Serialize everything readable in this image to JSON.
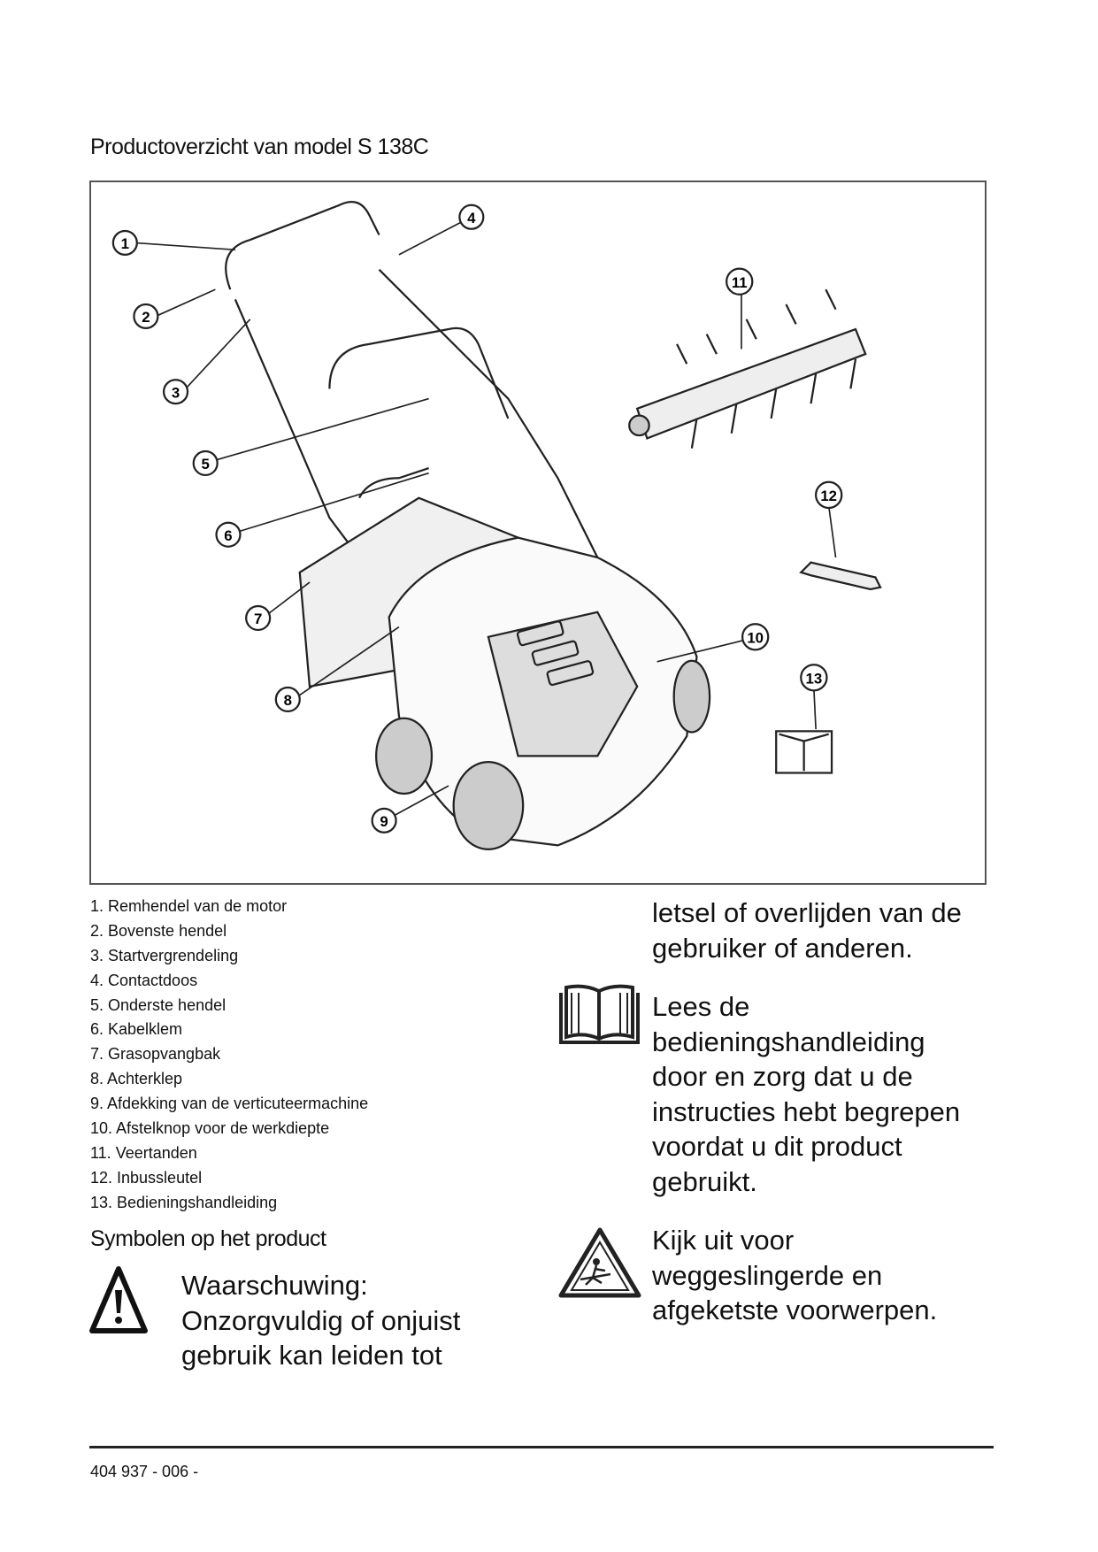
{
  "title": "Productoverzicht van model S 138C",
  "figure": {
    "callouts": [
      "1",
      "2",
      "3",
      "4",
      "5",
      "6",
      "7",
      "8",
      "9",
      "10",
      "11",
      "12",
      "13"
    ]
  },
  "parts": [
    "1. Remhendel van de motor",
    "2. Bovenste hendel",
    "3. Startvergrendeling",
    "4. Contactdoos",
    "5. Onderste hendel",
    "6. Kabelklem",
    "7. Grasopvangbak",
    "8. Achterklep",
    "9. Afdekking van de verticuteermachine",
    "10. Afstelknop voor de werkdiepte",
    "11. Veertanden",
    "12. Inbussleutel",
    "13. Bedieningshandleiding"
  ],
  "symbols": {
    "heading": "Symbolen op het product",
    "warning": [
      "Waarschuwing:",
      "Onzorgvuldig of onjuist",
      "gebruik kan leiden tot"
    ],
    "warning_cont": [
      "letsel of overlijden van de",
      "gebruiker of anderen."
    ],
    "manual": [
      "Lees de",
      "bedieningshandleiding",
      "door en zorg dat u de",
      "instructies hebt begrepen",
      "voordat u dit product",
      "gebruikt."
    ],
    "thrown": [
      "Kijk uit voor",
      "weggeslingerde en",
      "afgeketste voorwerpen."
    ]
  },
  "footer": "404 937 - 006 -"
}
